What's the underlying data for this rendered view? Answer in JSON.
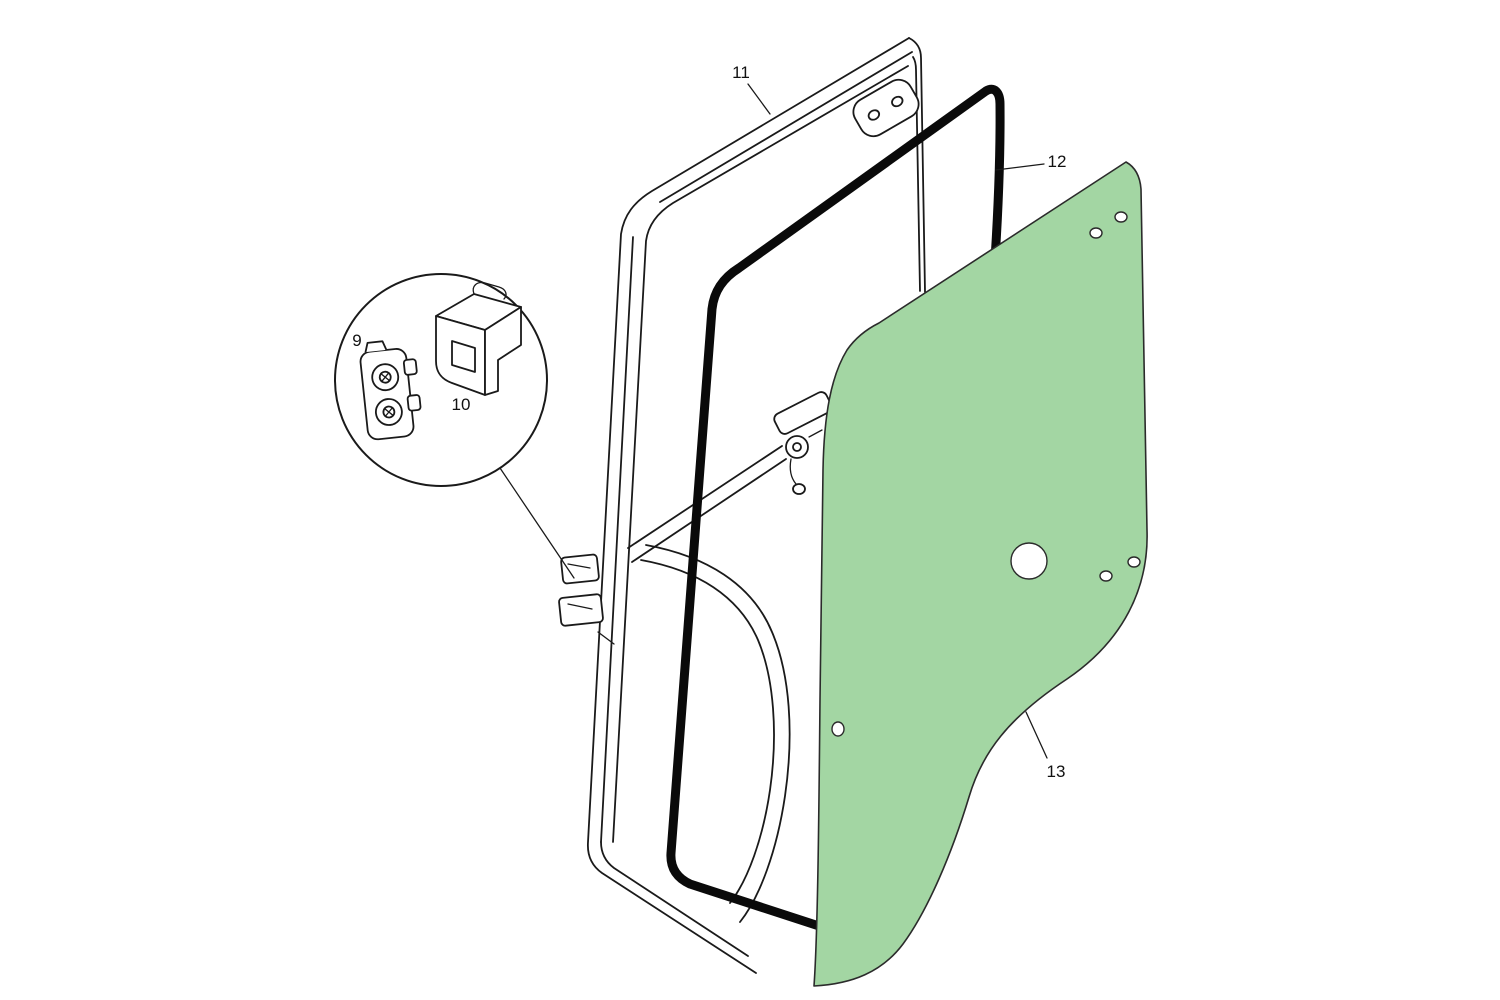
{
  "diagram": {
    "background": "#ffffff",
    "colors": {
      "line": "#1a1a1a",
      "seal": "#0a0a0a",
      "glass_fill": "#a3d6a3",
      "glass_stroke": "#2b2b2b",
      "label_text": "#111111"
    },
    "parts": [
      {
        "number": "9"
      },
      {
        "number": "10"
      },
      {
        "number": "11"
      },
      {
        "number": "12"
      },
      {
        "number": "13"
      }
    ]
  }
}
